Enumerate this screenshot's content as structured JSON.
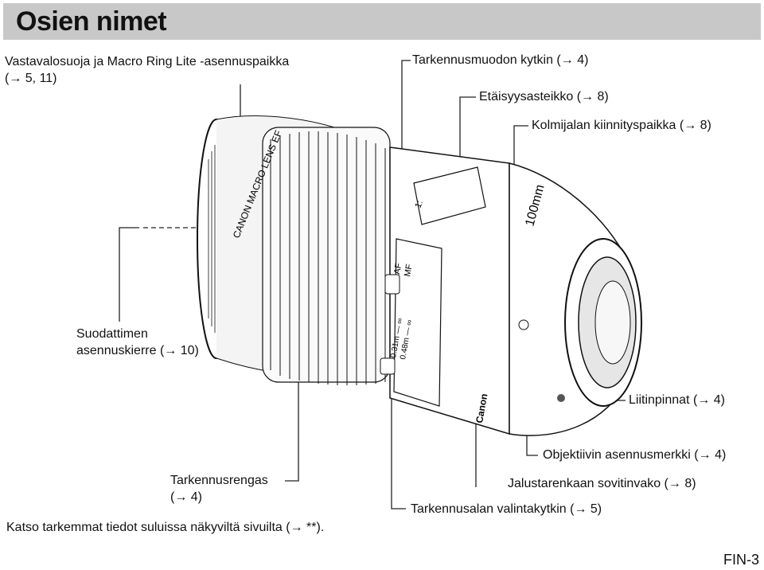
{
  "header": {
    "title": "Osien nimet"
  },
  "labels": {
    "hood_line1": "Vastavalosuoja ja Macro Ring Lite -asennuspaikka",
    "hood_line2": "(→ 5, 11)",
    "focus_mode": "Tarkennusmuodon kytkin (→ 4)",
    "distance_scale": "Etäisyysasteikko (→ 8)",
    "tripod_mount": "Kolmijalan kiinnityspaikka (→ 8)",
    "filter_line1": "Suodattimen",
    "filter_line2": "asennuskierre (→ 10)",
    "contacts": "Liitinpinnat (→ 4)",
    "mount_index": "Objektiivin asennusmerkki (→ 4)",
    "focus_ring_line1": "Tarkennusrengas",
    "focus_ring_line2": "(→ 4)",
    "tripod_adapter": "Jalustarenkaan sovitinvako (→ 8)",
    "focus_limiter": "Tarkennusalan valintakytkin (→ 5)"
  },
  "footer": {
    "note": "Katso tarkemmat tiedot suluissa näkyviltä sivuilta (→ **).",
    "page": "FIN-3"
  },
  "lens_markings": {
    "brand_ring": "CANON  MACRO  LENS  EF",
    "focal_length": "100mm",
    "ratio": "1:",
    "switch_af": "AF",
    "switch_mf": "MF",
    "range_1": "0.31m — ∞",
    "range_2": "0.48m — ∞",
    "brand_rear": "Canon"
  }
}
